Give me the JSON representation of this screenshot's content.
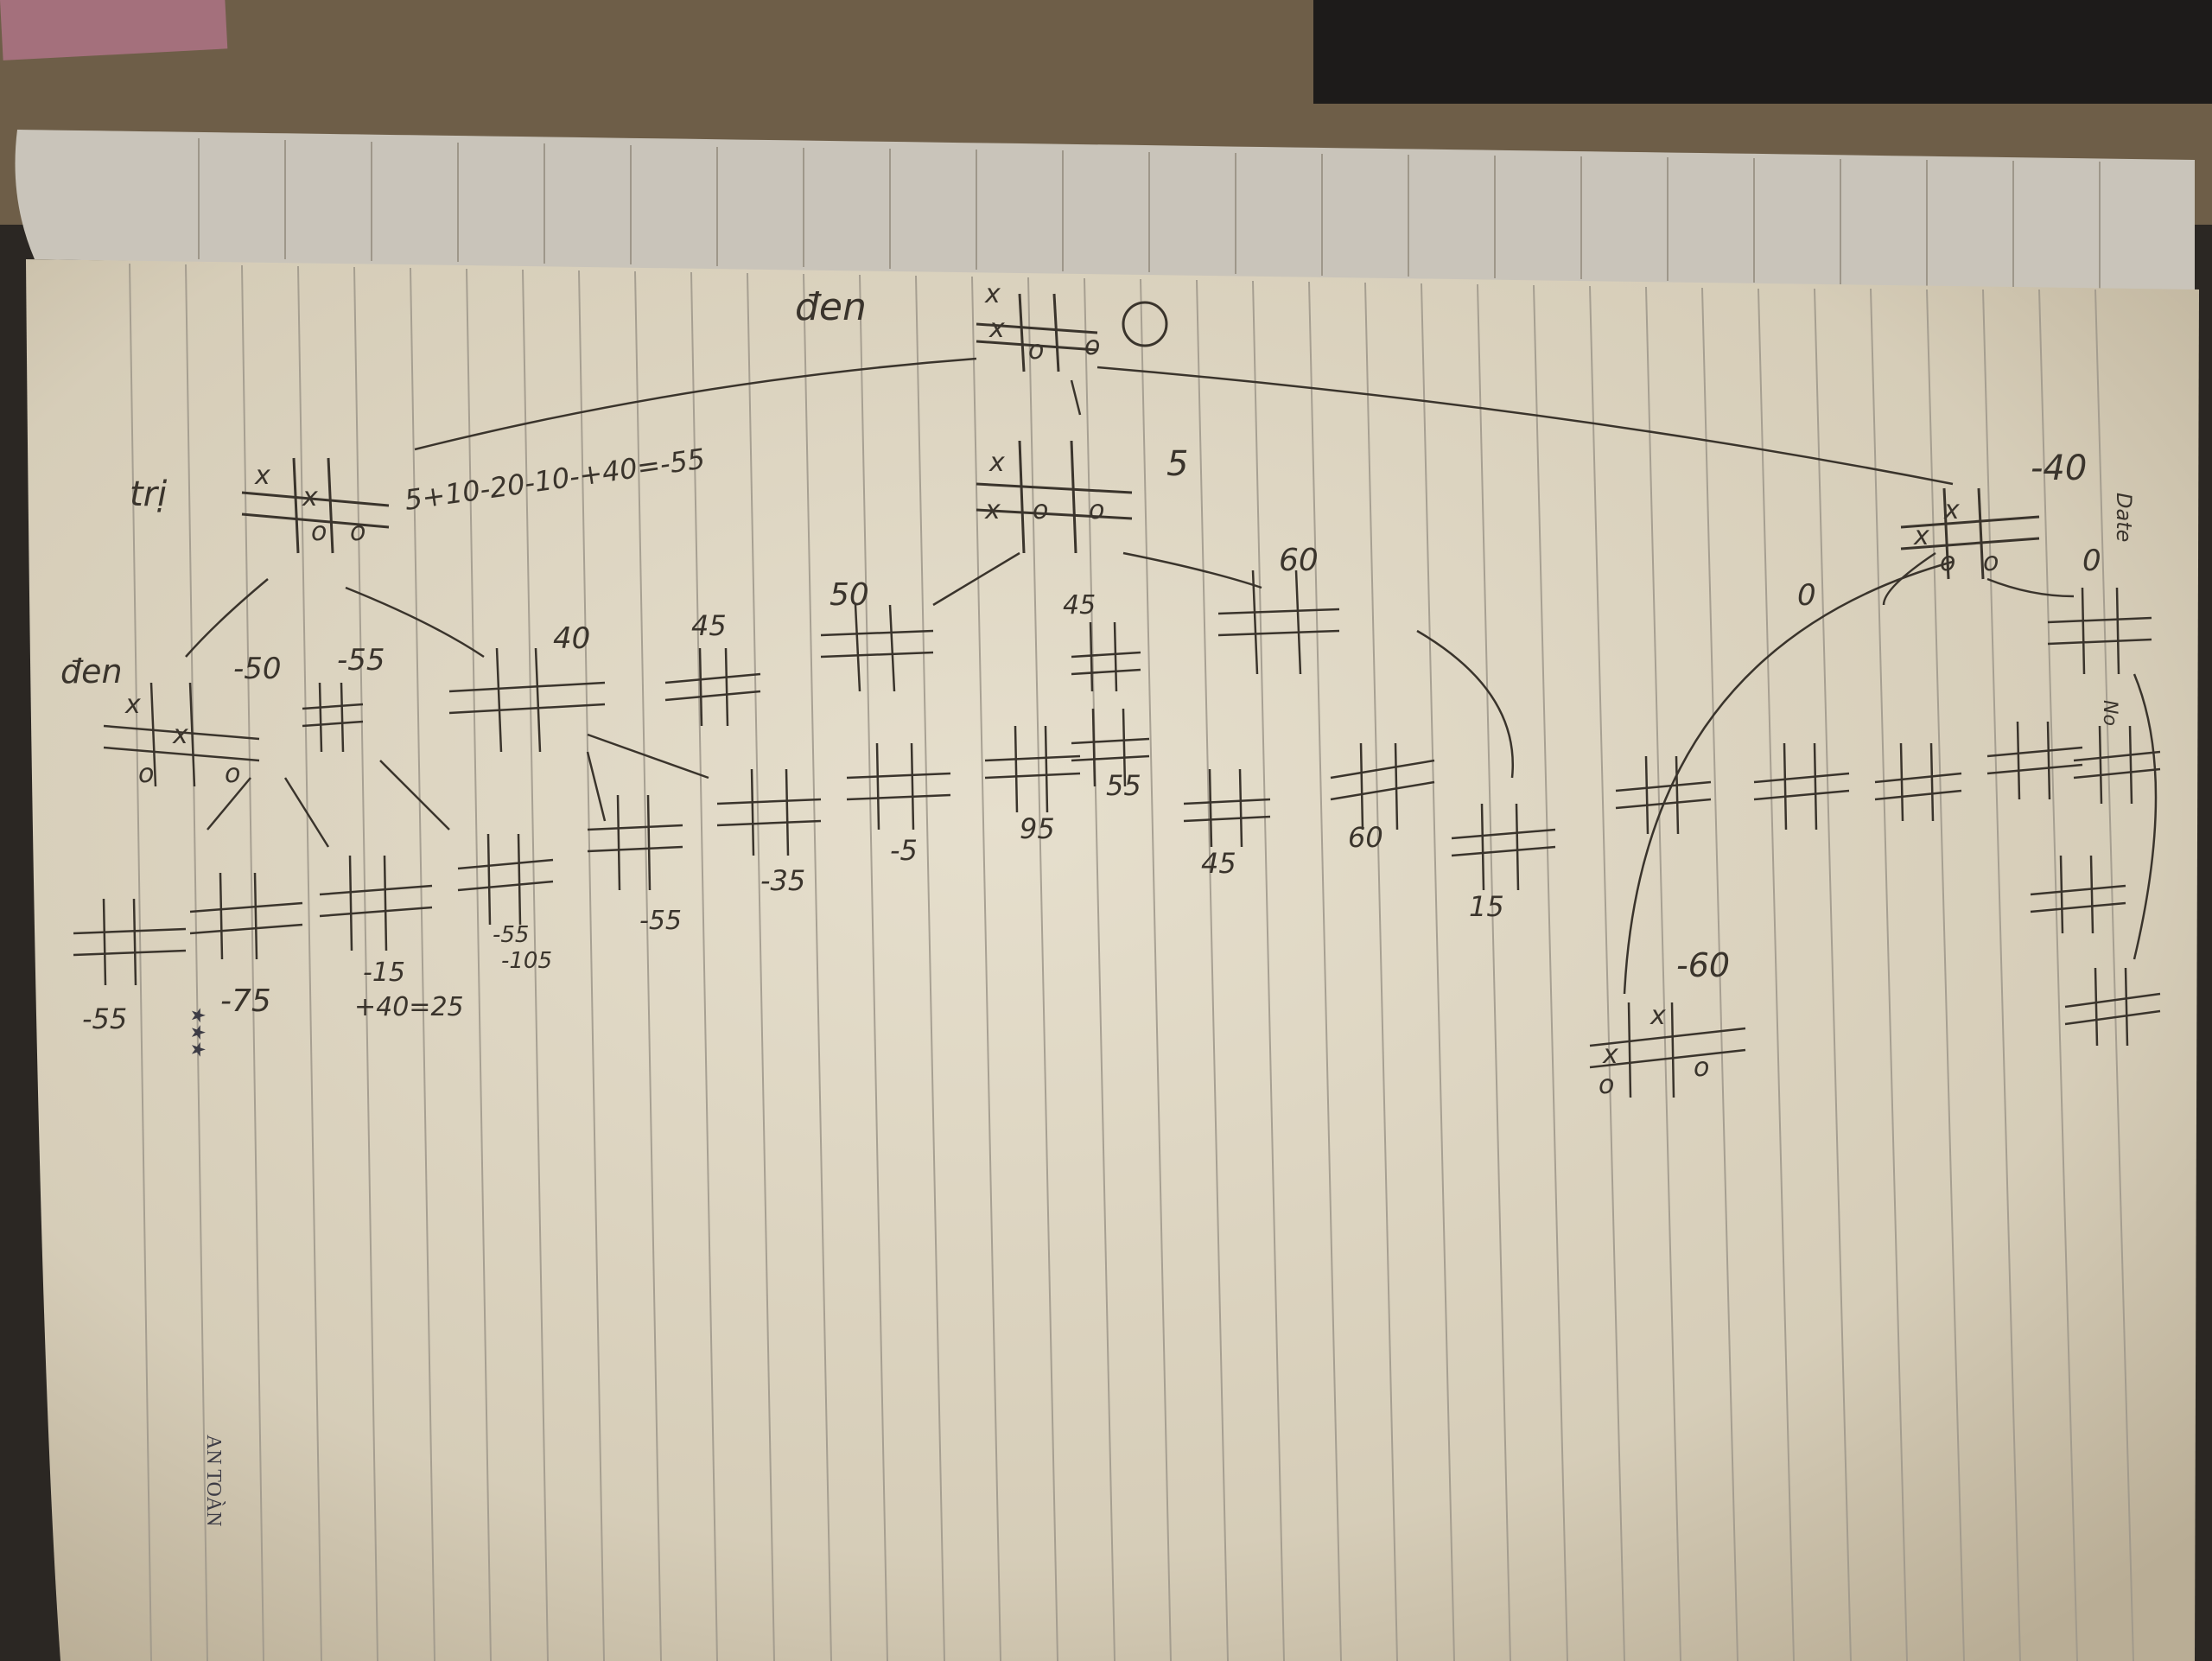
{
  "photo": {
    "colors": {
      "desk": "#2b2723",
      "desk_top": "#6e5e48",
      "paper": "#ddd5c3",
      "paper_shadow": "#b7ad98",
      "top_page": "#c9c4ba",
      "rule_line": "#9e978a",
      "ink": "#3a342c",
      "print_ink": "#3d3c45",
      "pink_edge": "#a4707c"
    },
    "labels": {
      "root_word": "đen",
      "left_word": "trị",
      "left_sub_word": "đen",
      "sum_expr": "5+10-20-10-+40=-55",
      "root_right_value": "5",
      "top_right_value": "-40",
      "date_label": "Date",
      "no_label": "No",
      "brand": "AN TOÀN",
      "stars": "★★★",
      "lvl2": [
        "-50",
        "-55",
        "40",
        "45",
        "50",
        "45",
        "60",
        "0",
        "0"
      ],
      "leaves": [
        "-55",
        "-75",
        "-15",
        "+40=25",
        "-55",
        "-105",
        "-55",
        "-35",
        "-5",
        "95",
        "55",
        "45",
        "60",
        "15",
        "-60"
      ]
    }
  }
}
